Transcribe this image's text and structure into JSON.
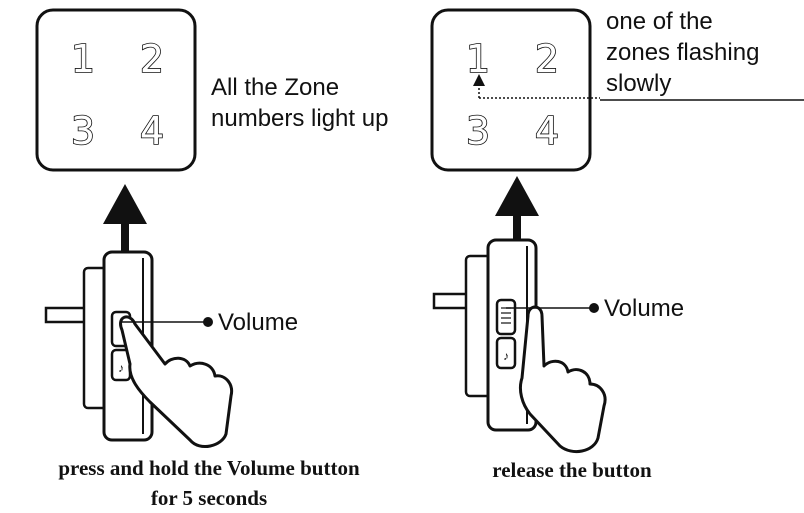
{
  "left_panel": {
    "zones": [
      "1",
      "2",
      "3",
      "4"
    ],
    "note": [
      "All the Zone",
      "numbers light up"
    ],
    "volume_label": "Volume",
    "caption": [
      "press and hold the Volume button",
      "for 5 seconds"
    ]
  },
  "right_panel": {
    "zones": [
      "1",
      "2",
      "3",
      "4"
    ],
    "note": [
      "one of the",
      "zones flashing",
      "slowly"
    ],
    "volume_label": "Volume",
    "caption": [
      "release the button"
    ]
  }
}
